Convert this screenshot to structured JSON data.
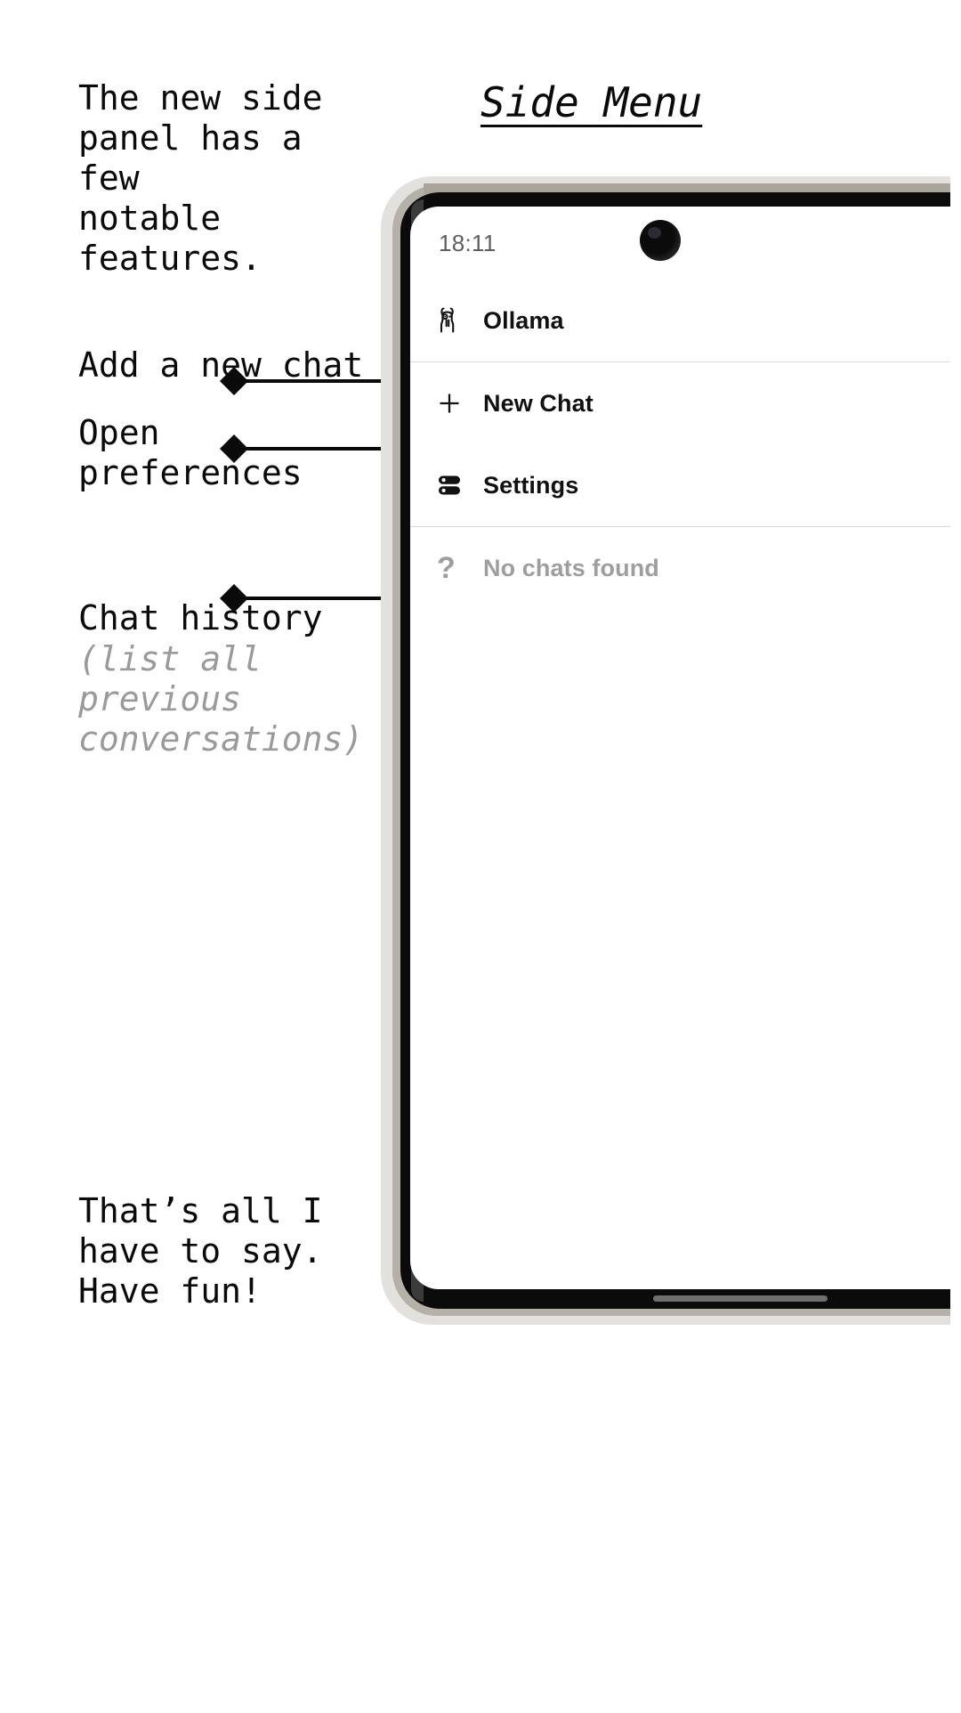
{
  "title": "Side Menu",
  "annotations": {
    "intro": "The new side\npanel has a few\nnotable\nfeatures.",
    "new_chat": "Add a new chat",
    "preferences": "Open preferences",
    "history": "Chat history",
    "history_note": "(list all\nprevious\nconversations)",
    "outro": "That’s all I\nhave to say.\nHave fun!"
  },
  "phone": {
    "statusbar": {
      "time": "18:11",
      "camera_icon": "punch-hole-camera-icon"
    },
    "header": {
      "app_name": "Ollama",
      "icon": "llama-icon"
    },
    "menu_items": [
      {
        "label": "New Chat",
        "icon": "plus-icon"
      },
      {
        "label": "Settings",
        "icon": "server-sliders-icon"
      }
    ],
    "chat_history": {
      "empty_label": "No chats found",
      "empty_icon": "question-mark-icon"
    },
    "gesture_bar": "home-indicator"
  },
  "colors": {
    "text": "#0a0a0a",
    "muted": "#9a9a9a",
    "status_text": "#5f5f5f",
    "divider": "#d8d8d8",
    "bezel_light": "#e3e1dd",
    "bezel_mid": "#b5b0a8",
    "frame_black": "#0b0b0b",
    "backdrop_grey": "#8c8c8c"
  }
}
